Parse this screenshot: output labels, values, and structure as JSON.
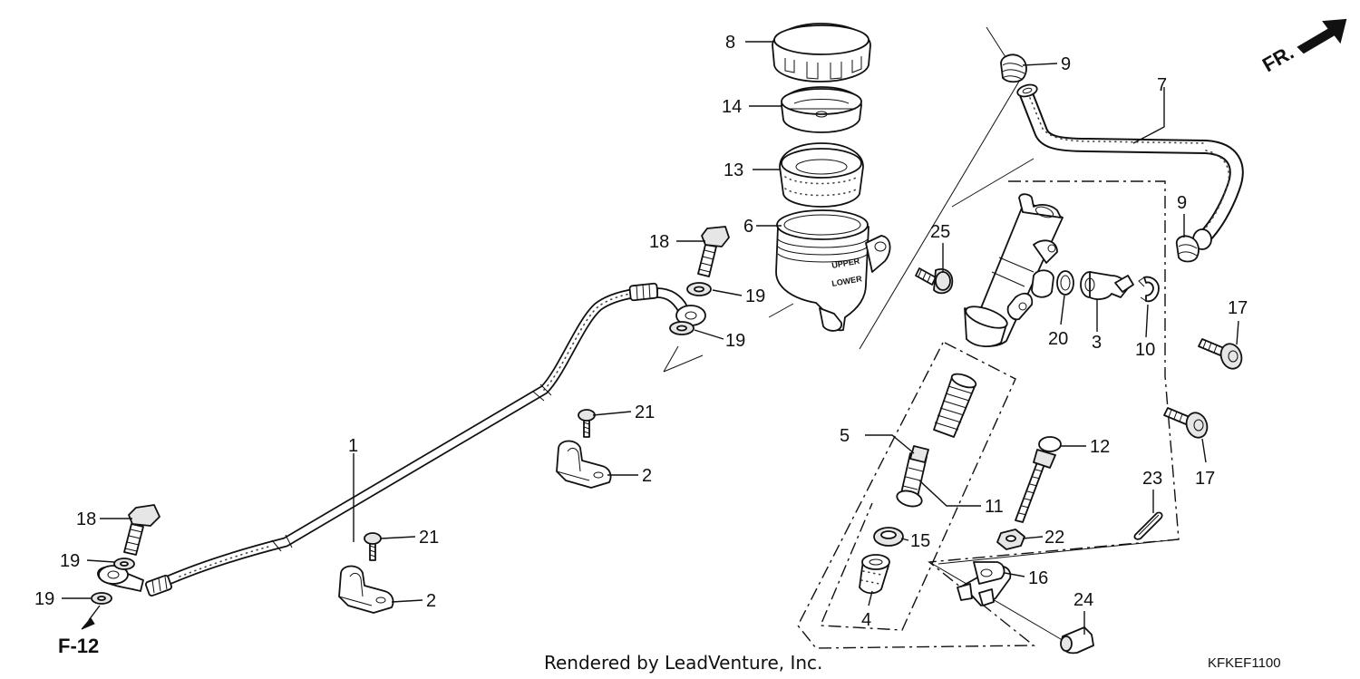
{
  "callouts": {
    "c1": "1",
    "c2a": "2",
    "c2b": "2",
    "c3": "3",
    "c4": "4",
    "c5": "5",
    "c6": "6",
    "c7": "7",
    "c8": "8",
    "c9a": "9",
    "c9b": "9",
    "c10": "10",
    "c11": "11",
    "c12": "12",
    "c13": "13",
    "c14": "14",
    "c15": "15",
    "c16": "16",
    "c17a": "17",
    "c17b": "17",
    "c18a": "18",
    "c18b": "18",
    "c19a": "19",
    "c19b": "19",
    "c19c": "19",
    "c19d": "19",
    "c20": "20",
    "c21a": "21",
    "c21b": "21",
    "c22": "22",
    "c23": "23",
    "c24": "24",
    "c25": "25"
  },
  "reference": "F-12",
  "direction_label": "FR.",
  "reservoir_marks": {
    "upper": "UPPER",
    "lower": "LOWER"
  },
  "credit": "Rendered by LeadVenture, Inc.",
  "diagram_code": "KFKEF1100",
  "colors": {
    "ink": "#111111",
    "paper": "#ffffff"
  }
}
